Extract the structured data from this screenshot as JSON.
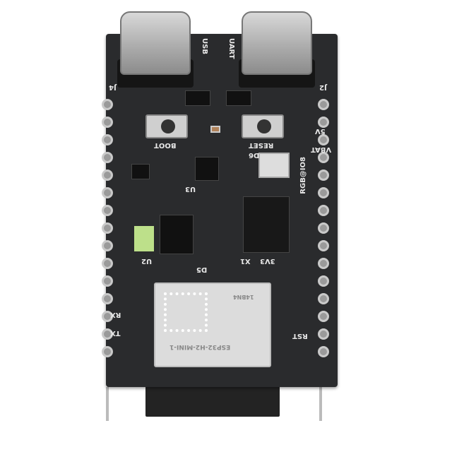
{
  "silkscreen": {
    "usb": "USB",
    "uart": "UART",
    "j4": "J4",
    "j2": "J2",
    "boot": "BOOT",
    "reset": "RESET",
    "d6": "D6",
    "five_v": "5V",
    "vbat": "VBAT",
    "rgb": "RGB@IO8",
    "u3": "U3",
    "u2": "U2",
    "d5": "D5",
    "x1": "X1",
    "v3v3": "3V3",
    "rx": "RX",
    "tx": "TX",
    "rst": "RST"
  },
  "module": {
    "name": "ESP32-H2-MINI-1",
    "code": "14BN4"
  },
  "colors": {
    "pcb": "#2a2b2d",
    "silkscreen": "#e8e8e8",
    "module": "#dcdcdc"
  }
}
